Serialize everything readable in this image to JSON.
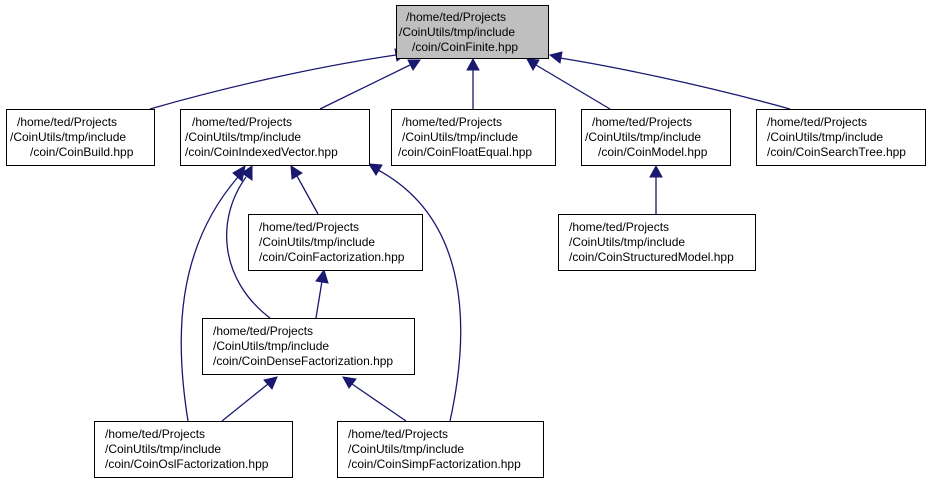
{
  "colors": {
    "edge": "#191970",
    "root_fill": "#bfbfbf",
    "node_fill": "#ffffff",
    "border": "#000000"
  },
  "nodes": {
    "finite": {
      "line1": "/home/ted/Projects",
      "line2": "/CoinUtils/tmp/include",
      "line3": "/coin/CoinFinite.hpp"
    },
    "build": {
      "line1": "/home/ted/Projects",
      "line2": "/CoinUtils/tmp/include",
      "line3": "/coin/CoinBuild.hpp"
    },
    "indexed": {
      "line1": "/home/ted/Projects",
      "line2": "/CoinUtils/tmp/include",
      "line3": "/coin/CoinIndexedVector.hpp"
    },
    "floatequal": {
      "line1": "/home/ted/Projects",
      "line2": "/CoinUtils/tmp/include",
      "line3": "/coin/CoinFloatEqual.hpp"
    },
    "model": {
      "line1": "/home/ted/Projects",
      "line2": "/CoinUtils/tmp/include",
      "line3": "/coin/CoinModel.hpp"
    },
    "searchtree": {
      "line1": "/home/ted/Projects",
      "line2": "/CoinUtils/tmp/include",
      "line3": "/coin/CoinSearchTree.hpp"
    },
    "factorization": {
      "line1": "/home/ted/Projects",
      "line2": "/CoinUtils/tmp/include",
      "line3": "/coin/CoinFactorization.hpp"
    },
    "structured": {
      "line1": "/home/ted/Projects",
      "line2": "/CoinUtils/tmp/include",
      "line3": "/coin/CoinStructuredModel.hpp"
    },
    "dense": {
      "line1": "/home/ted/Projects",
      "line2": "/CoinUtils/tmp/include",
      "line3": "/coin/CoinDenseFactorization.hpp"
    },
    "osl": {
      "line1": "/home/ted/Projects",
      "line2": "/CoinUtils/tmp/include",
      "line3": "/coin/CoinOslFactorization.hpp"
    },
    "simp": {
      "line1": "/home/ted/Projects",
      "line2": "/CoinUtils/tmp/include",
      "line3": "/coin/CoinSimpFactorization.hpp"
    }
  },
  "edges": [
    {
      "from": "build",
      "to": "finite"
    },
    {
      "from": "indexed",
      "to": "finite"
    },
    {
      "from": "floatequal",
      "to": "finite"
    },
    {
      "from": "model",
      "to": "finite"
    },
    {
      "from": "searchtree",
      "to": "finite"
    },
    {
      "from": "factorization",
      "to": "indexed"
    },
    {
      "from": "dense",
      "to": "indexed"
    },
    {
      "from": "osl",
      "to": "indexed"
    },
    {
      "from": "simp",
      "to": "indexed"
    },
    {
      "from": "dense",
      "to": "factorization"
    },
    {
      "from": "osl",
      "to": "dense"
    },
    {
      "from": "simp",
      "to": "dense"
    },
    {
      "from": "structured",
      "to": "model"
    }
  ]
}
